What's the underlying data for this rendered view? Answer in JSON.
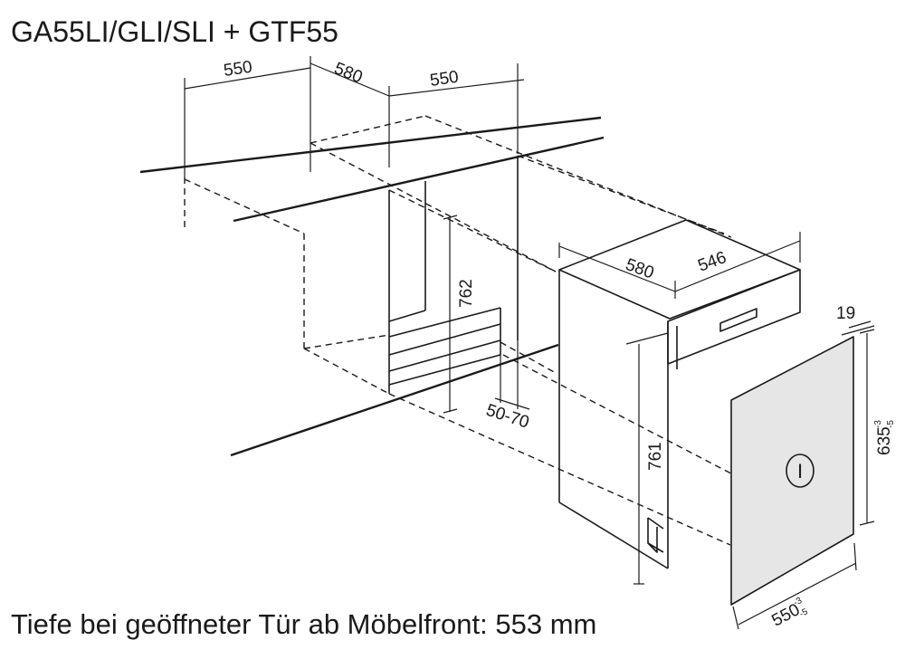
{
  "title": "GA55LI/GLI/SLI + GTF55",
  "footer": "Tiefe bei geöffneter Tür ab Möbelfront: 553 mm",
  "dimensions": {
    "niche_width_left": "550",
    "niche_depth": "580",
    "niche_width_right": "550",
    "niche_height": "762",
    "plinth": "50-70",
    "appliance_depth": "580",
    "appliance_width": "546",
    "appliance_height": "761",
    "door_thickness": "19",
    "door_height": "635",
    "door_height_tol_upper": "-3",
    "door_height_tol_lower": "-5",
    "door_width": "550",
    "door_width_tol_upper": "-3",
    "door_width_tol_lower": "-5"
  },
  "door_symbol": "I"
}
